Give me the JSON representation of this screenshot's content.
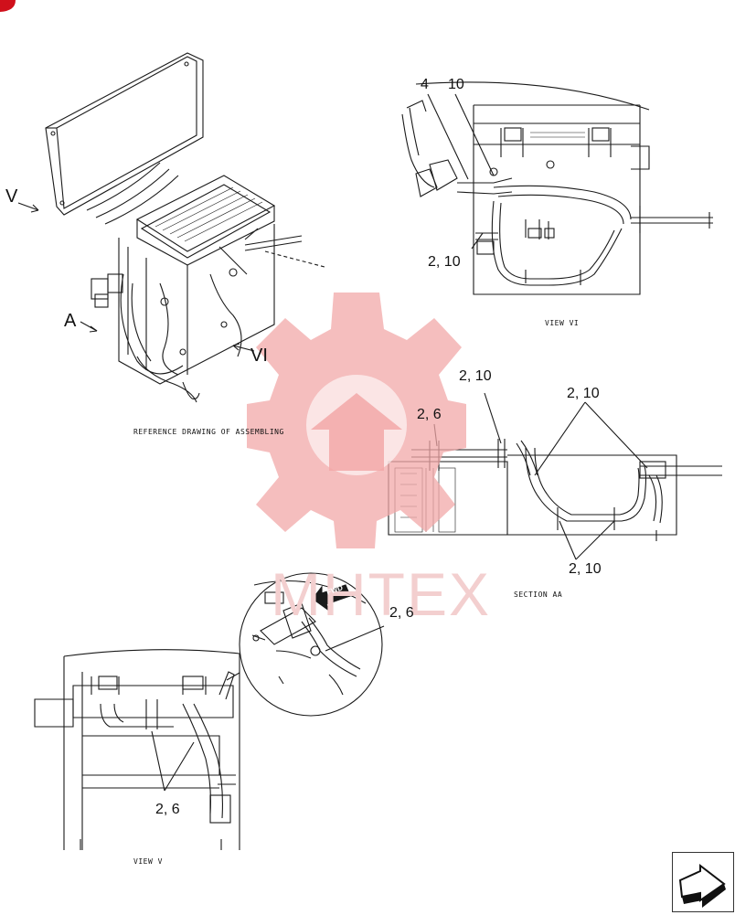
{
  "labels": {
    "view_letter_v": "V",
    "view_letter_a": "A",
    "view_letter_vi": "VI",
    "ref_caption": "REFERENCE DRAWING OF ASSEMBLING",
    "view_vi_caption": "VIEW VI",
    "section_caption": "SECTION AA",
    "view_v_caption": "VIEW V",
    "fwd": "FWD",
    "watermark": "MHTEX"
  },
  "callouts": {
    "vi_4": "4",
    "vi_10": "10",
    "vi_2_10": "2, 10",
    "aa_2_6": "2, 6",
    "aa_2_10_top": "2, 10",
    "aa_2_10_right": "2, 10",
    "aa_2_10_bottom": "2, 10",
    "detail_2_6": "2, 6",
    "v_2_6": "2, 6"
  },
  "colors": {
    "line": "#1a1a1a",
    "watermark": "#f2a8a8",
    "badge": "#d0101b"
  },
  "icons": {
    "corner_badge": "red-badge-icon",
    "next_page": "next-page-arrow-icon"
  }
}
